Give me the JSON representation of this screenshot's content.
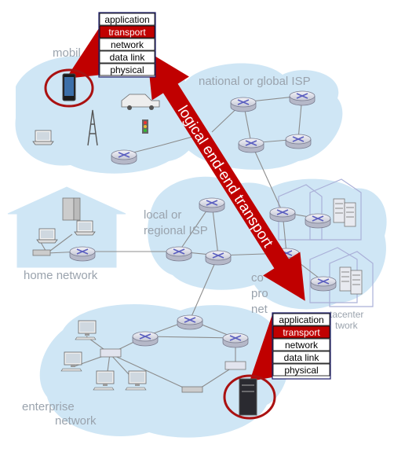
{
  "labels": {
    "mobile": "mobil",
    "isp": "national or global ISP",
    "local1": "local or",
    "local2": "regional ISP",
    "home": "home network",
    "content1": "co",
    "content2": "pro",
    "content3": "net",
    "datacenter1": "tacenter",
    "datacenter2": "twork",
    "enterprise1": "enterprise",
    "enterprise2": "network"
  },
  "arrow": {
    "label": "logical end-end transport"
  },
  "top_stack": [
    "application",
    "transport",
    "network",
    "data link",
    "physical"
  ],
  "bottom_stack": [
    "application",
    "transport",
    "network",
    "data link",
    "physical"
  ],
  "highlight_layer": "transport",
  "colors": {
    "arrow": "#c00000",
    "highlight": "#c00000",
    "cloud": "#cfe6f5",
    "router": "#7f80c8"
  }
}
